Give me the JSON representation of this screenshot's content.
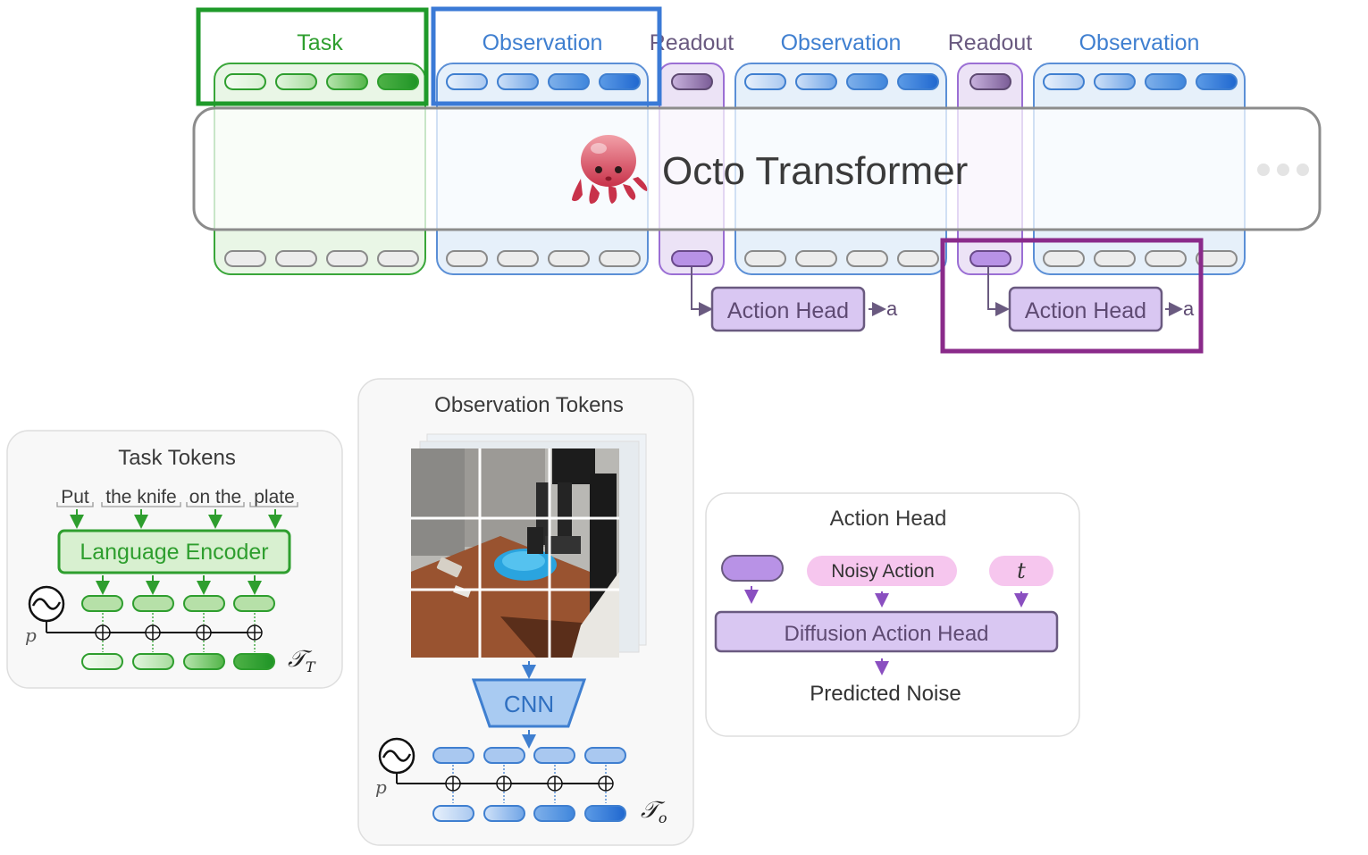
{
  "top": {
    "group_labels": [
      "Task",
      "Observation",
      "Readout",
      "Observation",
      "Readout",
      "Observation"
    ],
    "transformer_title": "Octo Transformer",
    "octopus_icon": "octopus-emoji",
    "action_head_label": "Action Head",
    "action_output": "a"
  },
  "task_panel": {
    "title": "Task Tokens",
    "words": [
      "Put",
      "the knife",
      "on the",
      "plate"
    ],
    "encoder_label": "Language Encoder",
    "position_symbol": "p",
    "token_set_symbol": "𝒯",
    "token_set_sub": "T"
  },
  "obs_panel": {
    "title": "Observation Tokens",
    "cnn_label": "CNN",
    "position_symbol": "p",
    "token_set_symbol": "𝒯",
    "token_set_sub": "o"
  },
  "action_panel": {
    "title": "Action Head",
    "noisy_action_label": "Noisy Action",
    "timestep_label": "t",
    "head_label": "Diffusion Action Head",
    "output_label": "Predicted Noise"
  },
  "colors": {
    "task_green": "#2e9e2e",
    "obs_blue": "#3f7fd0",
    "readout_purple": "#9b6fd4",
    "highlight_purple": "#8a2a8a",
    "noise_pink": "#f6c6ee"
  }
}
